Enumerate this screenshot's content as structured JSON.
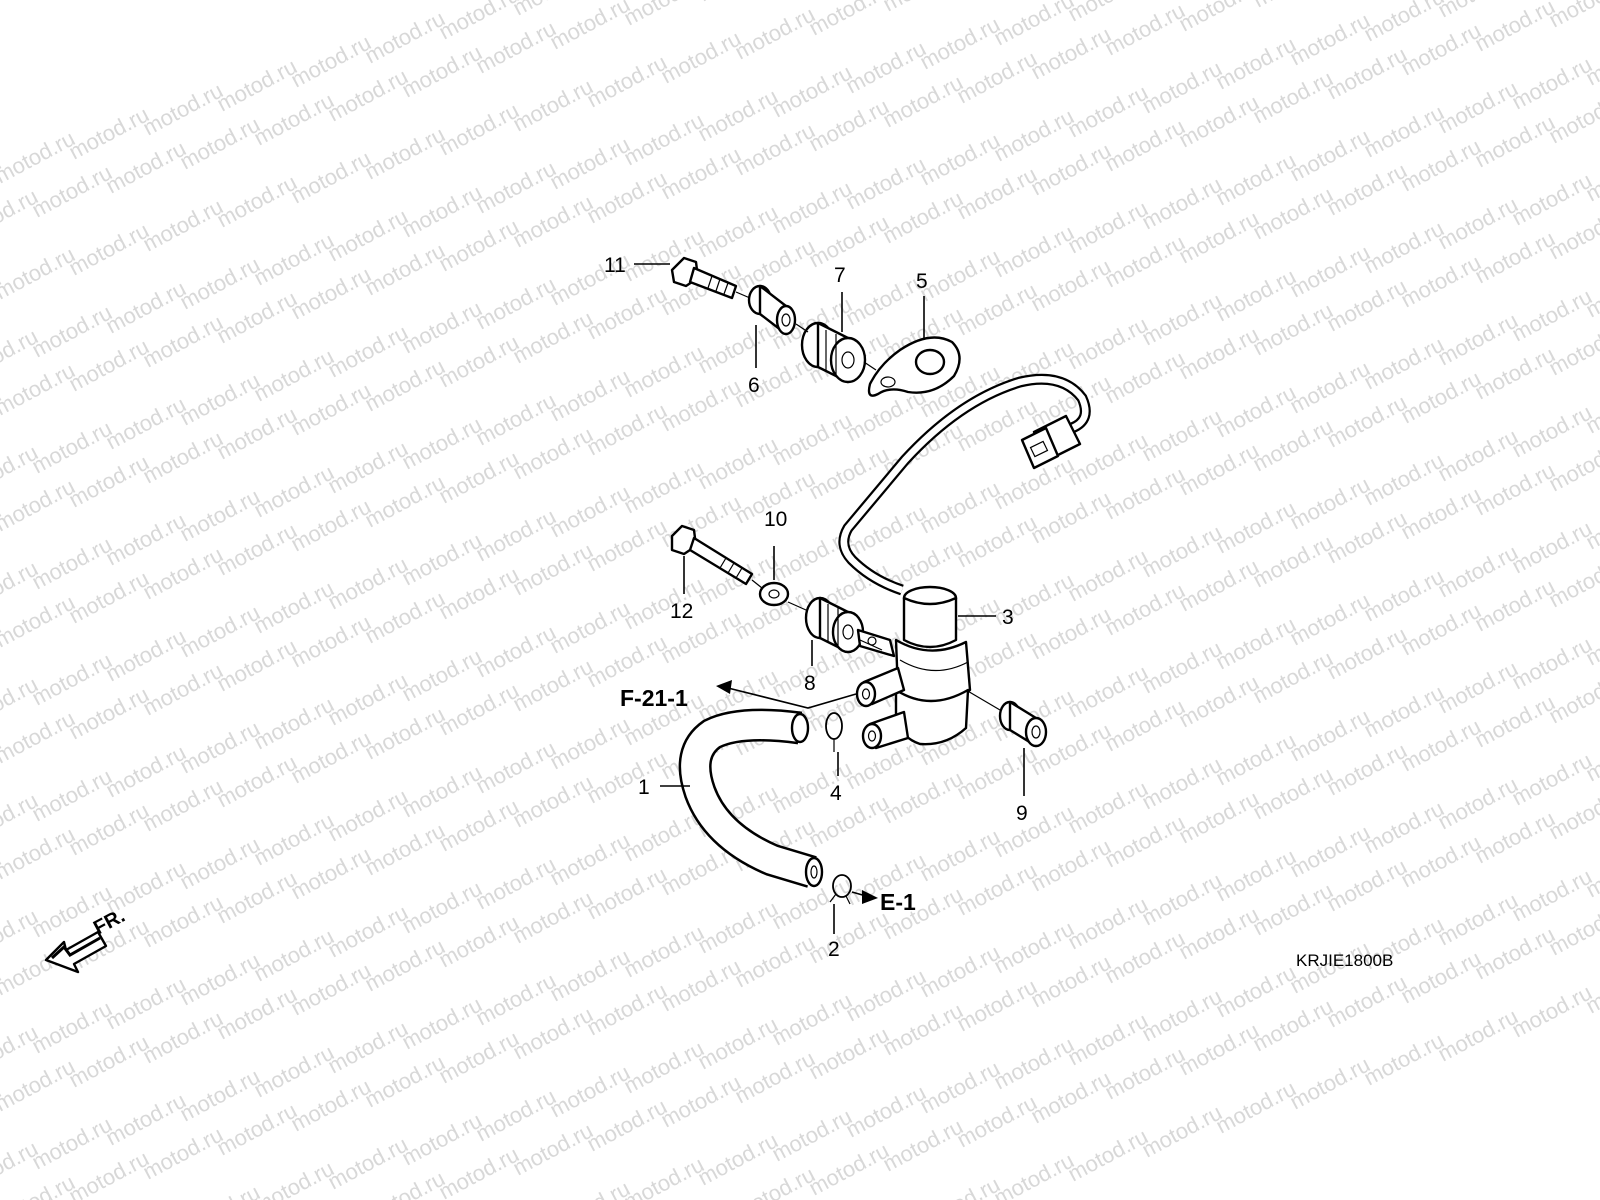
{
  "watermark": "motod.ru",
  "diagram_code": "KRJIE1800B",
  "direction_label": "FR.",
  "references": {
    "upper": "F-21-1",
    "lower": "E-1"
  },
  "callouts": [
    "1",
    "2",
    "3",
    "4",
    "5",
    "6",
    "7",
    "8",
    "9",
    "10",
    "11",
    "12"
  ],
  "colors": {
    "background": "#ffffff",
    "ink": "#000000",
    "watermark": "#d8d8d8"
  }
}
